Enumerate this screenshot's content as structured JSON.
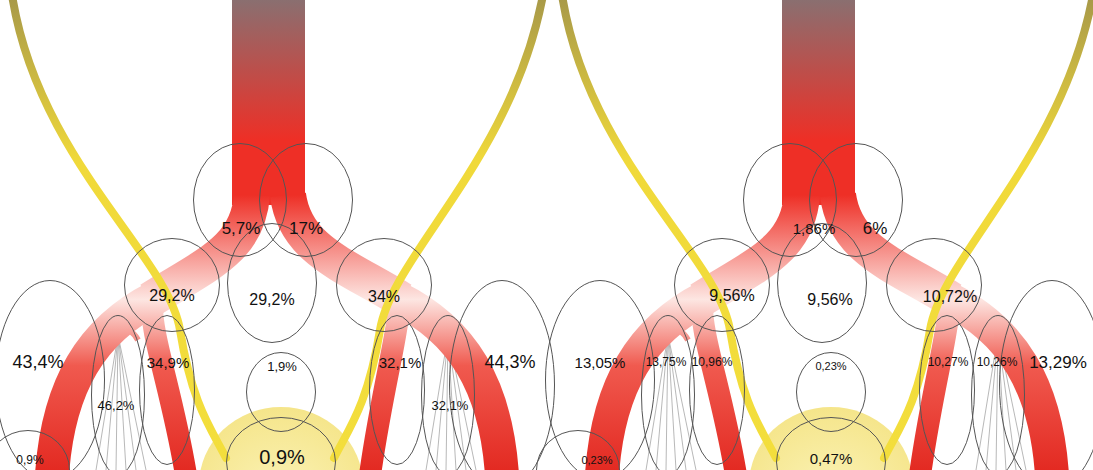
{
  "diagram": {
    "nodes": [
      {
        "text": [
          "5,7%"
        ]
      },
      {
        "text": [
          "17%"
        ]
      },
      {
        "text": [
          "29,2%"
        ]
      },
      {
        "text": [
          "29,2%"
        ]
      },
      {
        "text": [
          "34%"
        ]
      },
      {
        "text": [
          "43,4%"
        ]
      },
      {
        "text": [
          "46,2%"
        ]
      },
      {
        "text": [
          "34,9%"
        ]
      },
      {
        "text": [
          "1,9%"
        ]
      },
      {
        "text": [
          "32,1%"
        ]
      },
      {
        "text": [
          "32,1%"
        ]
      },
      {
        "text": [
          "44,3%"
        ]
      },
      {
        "text": [
          "0,9%"
        ]
      },
      {
        "text": [
          "0,9%"
        ]
      },
      {
        "text": [
          "1,86%"
        ]
      },
      {
        "text": [
          "6%"
        ]
      },
      {
        "text": [
          "9,56%"
        ]
      },
      {
        "text": [
          "9,56%"
        ]
      },
      {
        "text": [
          "10,72%"
        ]
      },
      {
        "text": [
          "13,05%"
        ]
      },
      {
        "text": [
          "13,75%"
        ]
      },
      {
        "text": [
          "10,96%"
        ]
      },
      {
        "text": [
          "0,23%"
        ]
      },
      {
        "text": [
          "10,27%"
        ]
      },
      {
        "text": [
          "10,26%"
        ]
      },
      {
        "text": [
          "13,29%"
        ]
      },
      {
        "text": [
          "0,23%"
        ]
      },
      {
        "text": [
          "0,47%"
        ]
      }
    ]
  }
}
